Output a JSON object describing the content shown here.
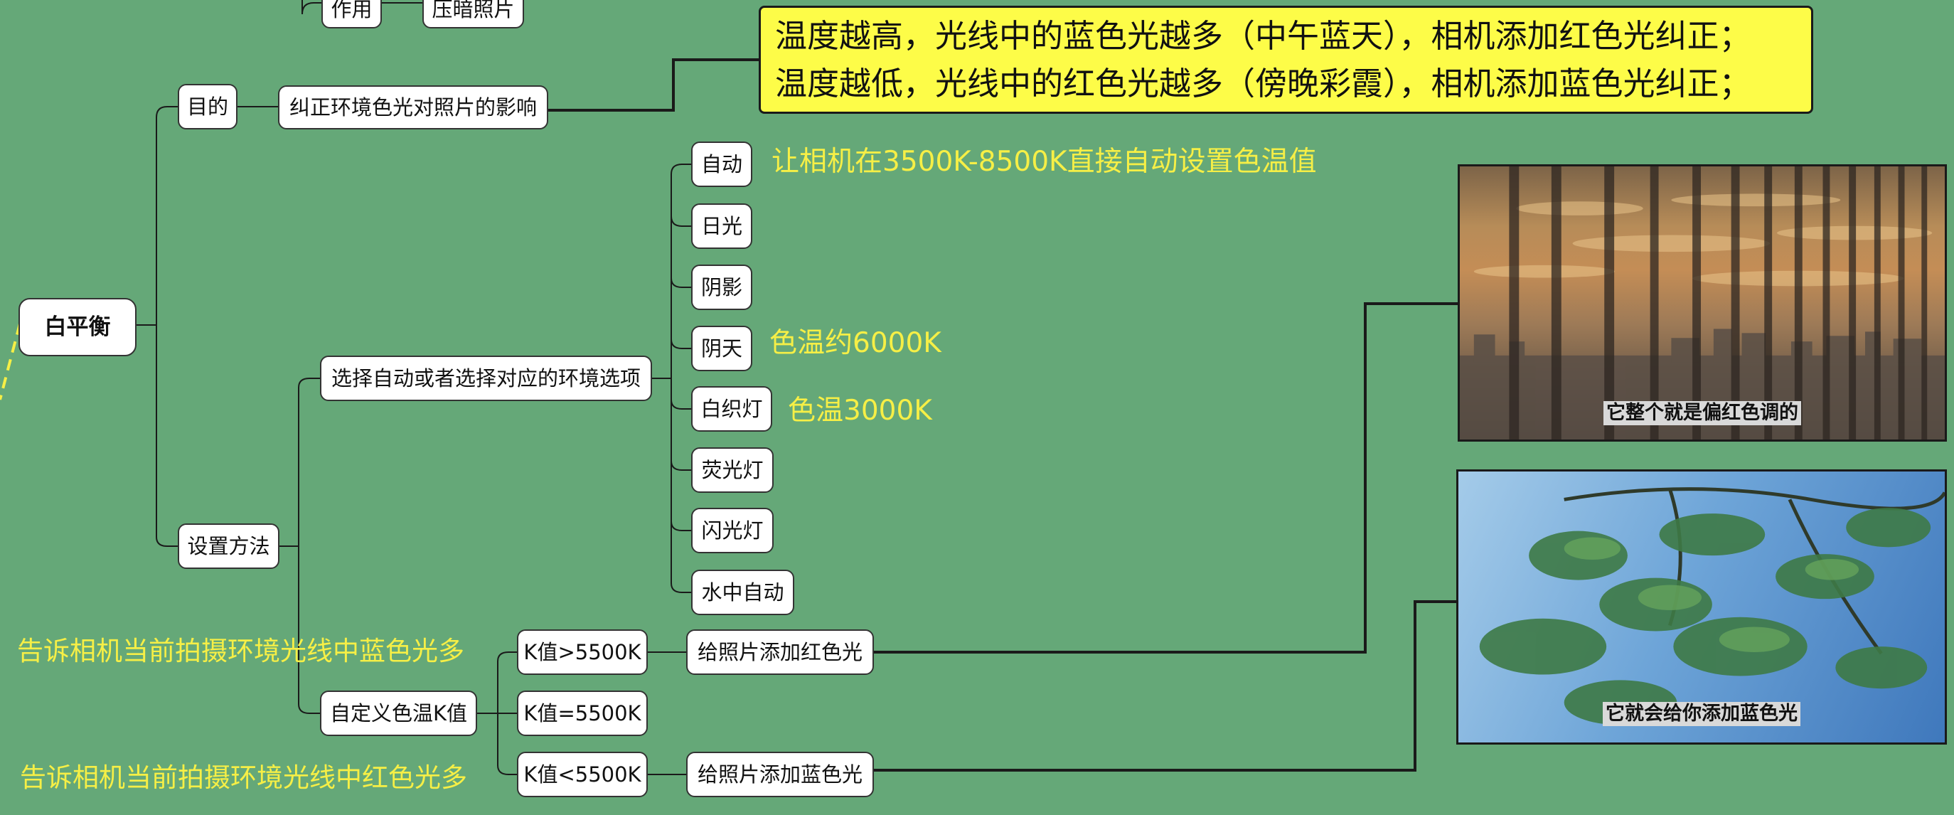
{
  "root": {
    "label": "白平衡"
  },
  "top_partial": {
    "action_label": "作用",
    "result_label": "压暗照片"
  },
  "purpose": {
    "label": "目的",
    "detail": "纠正环境色光对照片的影响",
    "callout_lines": [
      "温度越高，光线中的蓝色光越多（中午蓝天），相机添加红色光纠正；",
      "温度越低，光线中的红色光越多（傍晚彩霞），相机添加蓝色光纠正；"
    ]
  },
  "method": {
    "label": "设置方法",
    "auto_select": {
      "label": "选择自动或者选择对应的环境选项",
      "options": [
        "自动",
        "日光",
        "阴影",
        "阴天",
        "白织灯",
        "荧光灯",
        "闪光灯",
        "水中自动"
      ],
      "notes": {
        "auto": "让相机在3500K-8500K直接自动设置色温值",
        "cloudy": "色温约6000K",
        "incandescent": "色温3000K"
      }
    },
    "custom": {
      "label": "自定义色温K值",
      "k_options": [
        "K值>5500K",
        "K值=5500K",
        "K值<5500K"
      ],
      "add_red": "给照片添加红色光",
      "add_blue": "给照片添加蓝色光",
      "note_blue": "告诉相机当前拍摄环境光线中蓝色光多",
      "note_red": "告诉相机当前拍摄环境光线中红色光多"
    }
  },
  "photos": {
    "reddish_caption": "它整个就是偏红色调的",
    "bluish_caption": "它就会给你添加蓝色光"
  },
  "colors": {
    "background": "#65a878",
    "note_yellow": "#f6ef46",
    "callout_fill": "#fdfc48",
    "node_fill": "#ffffff",
    "line": "#1a1a1a"
  }
}
